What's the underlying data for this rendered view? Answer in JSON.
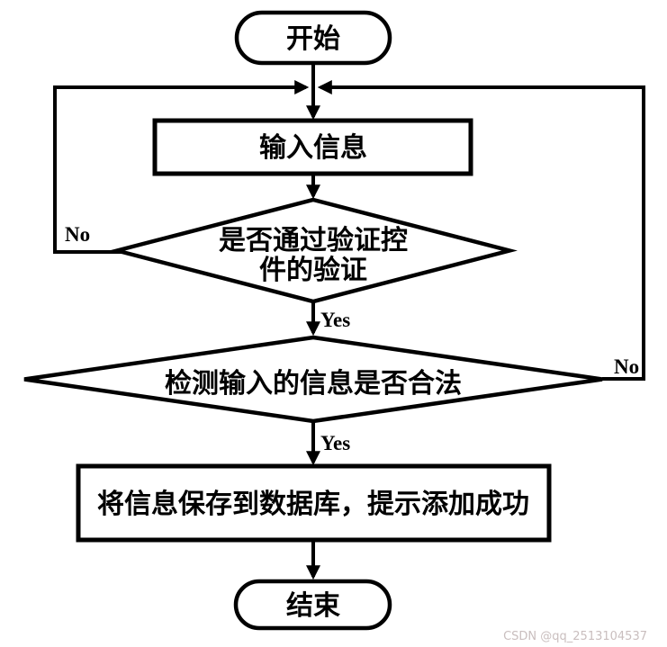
{
  "diagram": {
    "nodes": {
      "start": {
        "label": "开始"
      },
      "input_info": {
        "label": "输入信息"
      },
      "validation_check": {
        "label_line1": "是否通过验证控",
        "label_line2": "件的验证"
      },
      "legality_check": {
        "label": "检测输入的信息是否合法"
      },
      "save_info": {
        "label": "将信息保存到数据库，提示添加成功"
      },
      "end": {
        "label": "结束"
      }
    },
    "edge_labels": {
      "validation_yes": "Yes",
      "validation_no": "No",
      "legality_yes": "Yes",
      "legality_no": "No"
    },
    "colors": {
      "line": "#000000",
      "shape_fill": "#ffffff",
      "text": "#000000",
      "watermark": "#c9bebe"
    }
  },
  "watermark": {
    "text": "CSDN @qq_2513104537"
  }
}
